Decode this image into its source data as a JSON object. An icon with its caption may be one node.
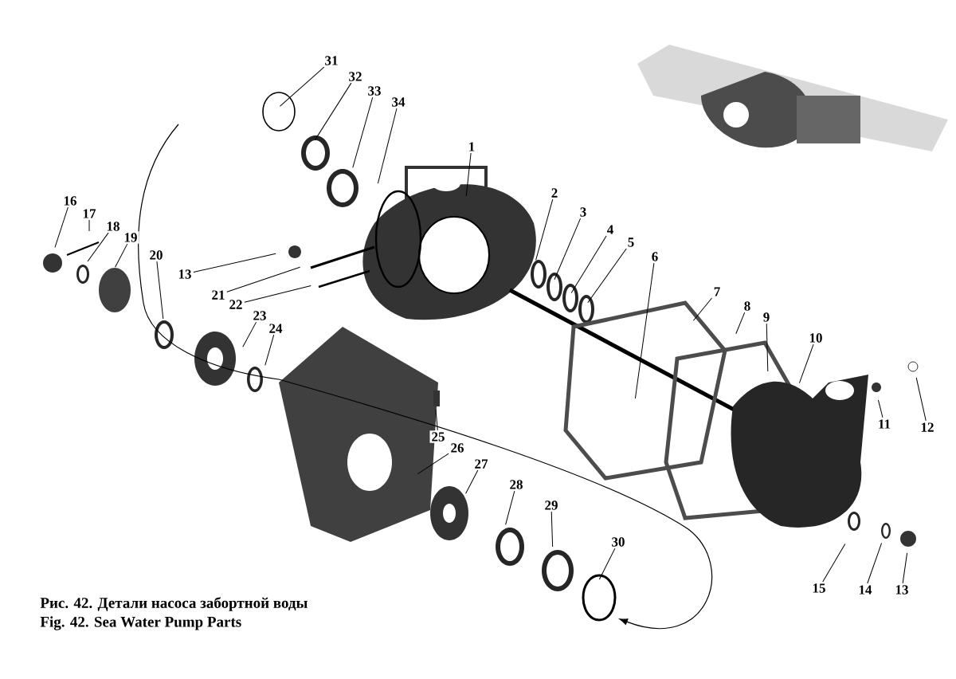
{
  "diagram": {
    "nodes": [
      {
        "text": [
          "31"
        ]
      },
      {
        "text": [
          "32"
        ]
      },
      {
        "text": [
          "33"
        ]
      },
      {
        "text": [
          "34"
        ]
      },
      {
        "text": [
          "1"
        ]
      },
      {
        "text": [
          "2"
        ]
      },
      {
        "text": [
          "3"
        ]
      },
      {
        "text": [
          "4"
        ]
      },
      {
        "text": [
          "5"
        ]
      },
      {
        "text": [
          "6"
        ]
      },
      {
        "text": [
          "7"
        ]
      },
      {
        "text": [
          "8"
        ]
      },
      {
        "text": [
          "9"
        ]
      },
      {
        "text": [
          "10"
        ]
      },
      {
        "text": [
          "16"
        ]
      },
      {
        "text": [
          "17"
        ]
      },
      {
        "text": [
          "18"
        ]
      },
      {
        "text": [
          "19"
        ]
      },
      {
        "text": [
          "20"
        ]
      },
      {
        "text": [
          "13"
        ]
      },
      {
        "text": [
          "21"
        ]
      },
      {
        "text": [
          "22"
        ]
      },
      {
        "text": [
          "23"
        ]
      },
      {
        "text": [
          "24"
        ]
      },
      {
        "text": [
          "11"
        ]
      },
      {
        "text": [
          "12"
        ]
      },
      {
        "text": [
          "25"
        ]
      },
      {
        "text": [
          "26"
        ]
      },
      {
        "text": [
          "27"
        ]
      },
      {
        "text": [
          "28"
        ]
      },
      {
        "text": [
          "29"
        ]
      },
      {
        "text": [
          "30"
        ]
      },
      {
        "text": [
          "15"
        ]
      },
      {
        "text": [
          "14"
        ]
      },
      {
        "text": [
          "13"
        ]
      }
    ],
    "edges": [
      {
        "from": 0,
        "to": null,
        "arrow": "none"
      },
      {
        "from": 1,
        "to": null,
        "arrow": "none"
      },
      {
        "from": 2,
        "to": null,
        "arrow": "none"
      },
      {
        "from": 3,
        "to": null,
        "arrow": "none"
      },
      {
        "from": 4,
        "to": null,
        "arrow": "none"
      },
      {
        "from": 5,
        "to": null,
        "arrow": "none"
      },
      {
        "from": 6,
        "to": null,
        "arrow": "none"
      },
      {
        "from": 7,
        "to": null,
        "arrow": "none"
      },
      {
        "from": 8,
        "to": null,
        "arrow": "none"
      },
      {
        "from": 9,
        "to": null,
        "arrow": "none"
      },
      {
        "from": 10,
        "to": null,
        "arrow": "none"
      },
      {
        "from": 11,
        "to": null,
        "arrow": "none"
      },
      {
        "from": 12,
        "to": null,
        "arrow": "none"
      },
      {
        "from": 13,
        "to": null,
        "arrow": "none"
      },
      {
        "from": 14,
        "to": null,
        "arrow": "none"
      },
      {
        "from": 15,
        "to": null,
        "arrow": "none"
      },
      {
        "from": 16,
        "to": null,
        "arrow": "none"
      },
      {
        "from": 17,
        "to": null,
        "arrow": "none"
      },
      {
        "from": 18,
        "to": null,
        "arrow": "none"
      },
      {
        "from": 19,
        "to": null,
        "arrow": "none"
      },
      {
        "from": 20,
        "to": null,
        "arrow": "none"
      },
      {
        "from": 21,
        "to": null,
        "arrow": "none"
      },
      {
        "from": 22,
        "to": null,
        "arrow": "none"
      },
      {
        "from": 23,
        "to": null,
        "arrow": "none"
      },
      {
        "from": 24,
        "to": null,
        "arrow": "none"
      },
      {
        "from": 25,
        "to": null,
        "arrow": "none"
      },
      {
        "from": 26,
        "to": null,
        "arrow": "none"
      },
      {
        "from": 27,
        "to": null,
        "arrow": "none"
      },
      {
        "from": 28,
        "to": null,
        "arrow": "none"
      },
      {
        "from": 29,
        "to": null,
        "arrow": "none"
      },
      {
        "from": 30,
        "to": null,
        "arrow": "none"
      },
      {
        "from": 31,
        "to": null,
        "arrow": "none"
      },
      {
        "from": 32,
        "to": null,
        "arrow": "none"
      },
      {
        "from": 33,
        "to": null,
        "arrow": "none"
      },
      {
        "from": 34,
        "to": null,
        "arrow": "none"
      }
    ],
    "labels": [
      "Рис. 42. Детали насоса забортной воды",
      "Fig. 42. Sea Water Pump Parts"
    ]
  }
}
